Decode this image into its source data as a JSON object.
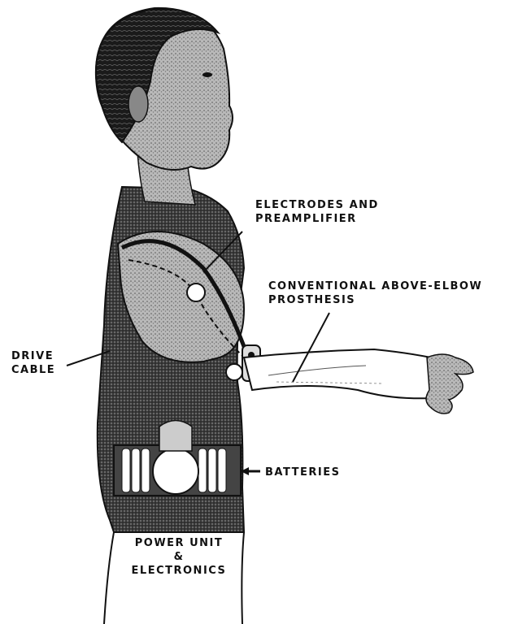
{
  "labels": {
    "electrodes": [
      "ELECTRODES AND",
      "PREAMPLIFIER"
    ],
    "prosthesis": [
      "CONVENTIONAL ABOVE-ELBOW",
      "PROSTHESIS"
    ],
    "drive_cable": [
      "DRIVE",
      "CABLE"
    ],
    "batteries": "BATTERIES",
    "power_unit": [
      "POWER UNIT",
      "&",
      "ELECTRONICS"
    ]
  },
  "colors": {
    "ink": "#111111",
    "dark_hatch": "#2a2a2a",
    "skin_shade": "#8a8a8a",
    "paper": "#ffffff"
  }
}
